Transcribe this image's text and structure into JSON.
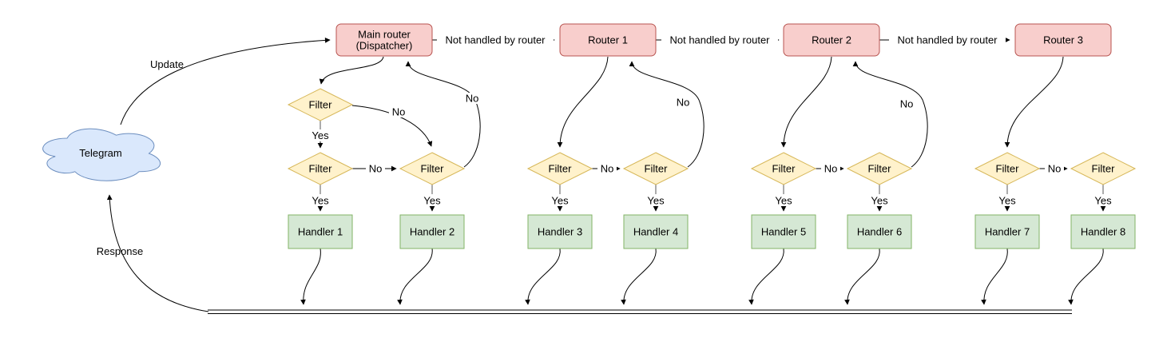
{
  "diagram": {
    "nodes": {
      "telegram": "Telegram",
      "main_router_line1": "Main router",
      "main_router_line2": "(Dispatcher)",
      "router1": "Router 1",
      "router2": "Router 2",
      "router3": "Router 3",
      "filters": [
        "Filter",
        "Filter",
        "Filter",
        "Filter",
        "Filter",
        "Filter",
        "Filter",
        "Filter",
        "Filter"
      ],
      "handlers": [
        "Handler 1",
        "Handler 2",
        "Handler 3",
        "Handler 4",
        "Handler 5",
        "Handler 6",
        "Handler 7",
        "Handler 8"
      ]
    },
    "edge_labels": {
      "update": "Update",
      "response": "Response",
      "not_handled": "Not handled by router",
      "yes": "Yes",
      "no": "No"
    },
    "colors": {
      "router_fill": "#f8cecc",
      "router_stroke": "#b85450",
      "filter_fill": "#fff2cc",
      "filter_stroke": "#d6b656",
      "handler_fill": "#d5e8d4",
      "handler_stroke": "#82b366",
      "cloud_fill": "#dae8fc",
      "cloud_stroke": "#6c8ebf",
      "edge_color": "#000000",
      "background": "#ffffff"
    }
  }
}
